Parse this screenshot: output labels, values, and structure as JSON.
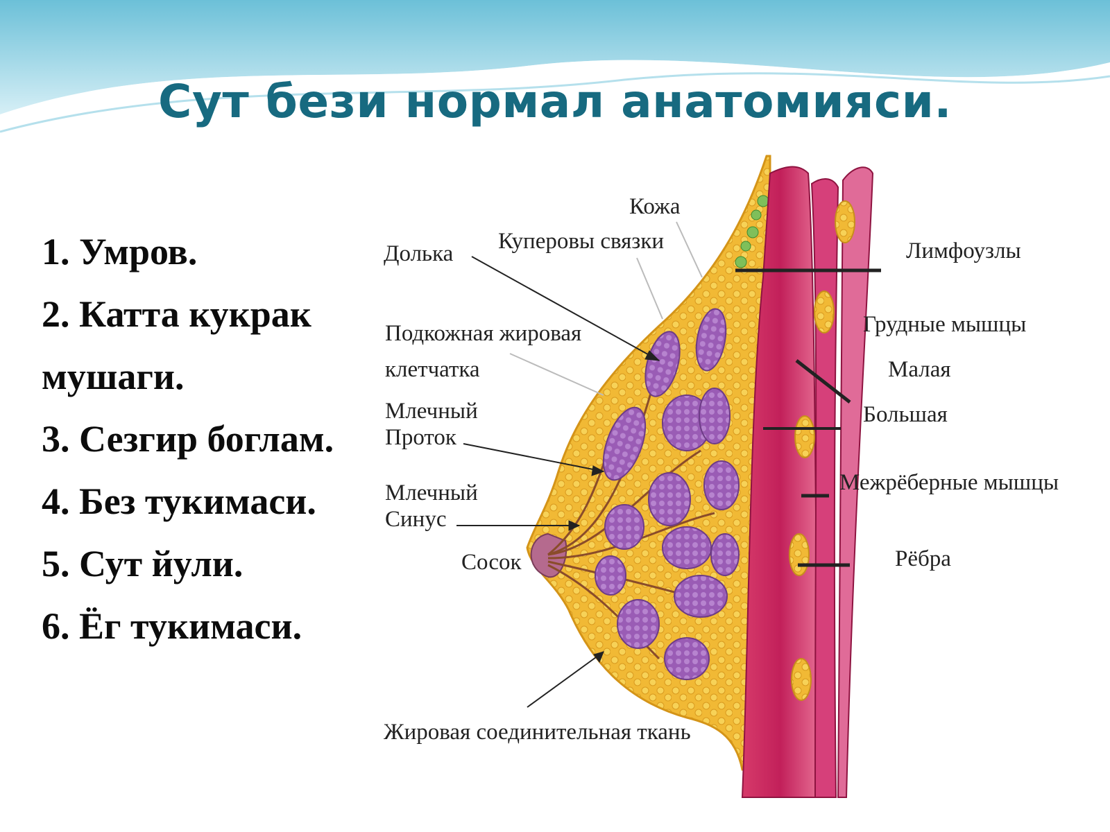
{
  "title": "Сут бези нормал анатомияси.",
  "list": [
    "1. Умров.",
    "2. Катта кукрак",
    "мушаги.",
    "3. Сезгир боглам.",
    "4. Без тукимаси.",
    "5. Сут йули.",
    "6. Ёг тукимаси."
  ],
  "labels": {
    "koja": "Кожа",
    "kuperovy": "Куперовы связки",
    "dolka": "Долька",
    "limfouzly": "Лимфоузлы",
    "podkozhnaya1": "Подкожная жировая",
    "podkozhnaya2": "клетчатка",
    "grudnye": "Грудные мышцы",
    "malaya": "Малая",
    "bolshaya": "Большая",
    "mlechny1": "Млечный",
    "protok": "Проток",
    "mlechny2": "Млечный",
    "sinus": "Синус",
    "sosok": "Сосок",
    "mezhrebernye": "Межрёберные мышцы",
    "rebra": "Рёбра",
    "zhirovaya": "Жировая соединительная ткань"
  },
  "colors": {
    "title": "#176a80",
    "fat": "#f1b935",
    "fat_light": "#f7d257",
    "lobule": "#9a5cb5",
    "muscle": "#c8245a",
    "muscle_light": "#e0608a",
    "wave": "#8fd0e0"
  }
}
